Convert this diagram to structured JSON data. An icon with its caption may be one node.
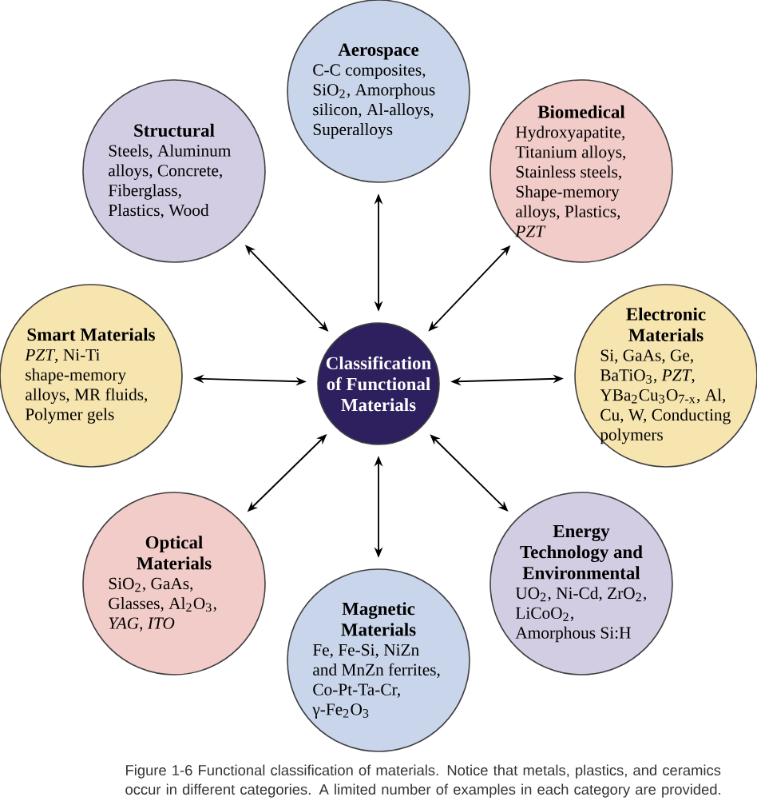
{
  "diagram": {
    "caption": "Figure 1-6 Functional classification of materials. Notice that metals, plastics, and ceramics occur in different categories. A limited number of examples in each category are provided.",
    "nodes": [
      {
        "text": [
          "Classification of Functional Materials"
        ]
      },
      {
        "text": [
          "Aerospace",
          "C-C composites, SiO$_{2}$, Amorphous silicon, Al-alloys, Superalloys"
        ]
      },
      {
        "text": [
          "Structural",
          "Steels, Aluminum alloys, Concrete, Fiberglass, Plastics, Wood"
        ]
      },
      {
        "text": [
          "Biomedical",
          "Hydroxyapatite, Titanium alloys, Stainless steels, Shape-memory alloys, Plastics, *PZT*"
        ]
      },
      {
        "text": [
          "Smart Materials",
          "*PZT*, Ni-Ti shape-memory alloys, MR fluids, Polymer gels"
        ]
      },
      {
        "text": [
          "Electronic Materials",
          "Si, GaAs, Ge, BaTiO$_{3}$, *PZT*, YBa$_{2}$Cu$_{3}$O$_{7-x}$, Al, Cu, W, Conducting polymers"
        ]
      },
      {
        "text": [
          "Optical Materials",
          "SiO$_{2}$, GaAs, Glasses, Al$_{2}$O$_{3}$, *YAG*, *ITO*"
        ]
      },
      {
        "text": [
          "Magnetic Materials",
          "Fe, Fe-Si, NiZn and MnZn ferrites, Co-Pt-Ta-Cr, γ-Fe$_{2}$O$_{3}$"
        ]
      },
      {
        "text": [
          "Energy Technology and Environmental",
          "UO$_{2}$, Ni-Cd, ZrO$_{2}$, LiCoO$_{2}$, Amorphous Si:H"
        ]
      }
    ],
    "edges": [
      {
        "from": 0,
        "to": 1,
        "arrow": "both"
      },
      {
        "from": 0,
        "to": 2,
        "arrow": "both"
      },
      {
        "from": 0,
        "to": 3,
        "arrow": "both"
      },
      {
        "from": 0,
        "to": 4,
        "arrow": "both"
      },
      {
        "from": 0,
        "to": 5,
        "arrow": "both"
      },
      {
        "from": 0,
        "to": 6,
        "arrow": "both"
      },
      {
        "from": 0,
        "to": 7,
        "arrow": "both"
      },
      {
        "from": 0,
        "to": 8,
        "arrow": "both"
      }
    ]
  }
}
